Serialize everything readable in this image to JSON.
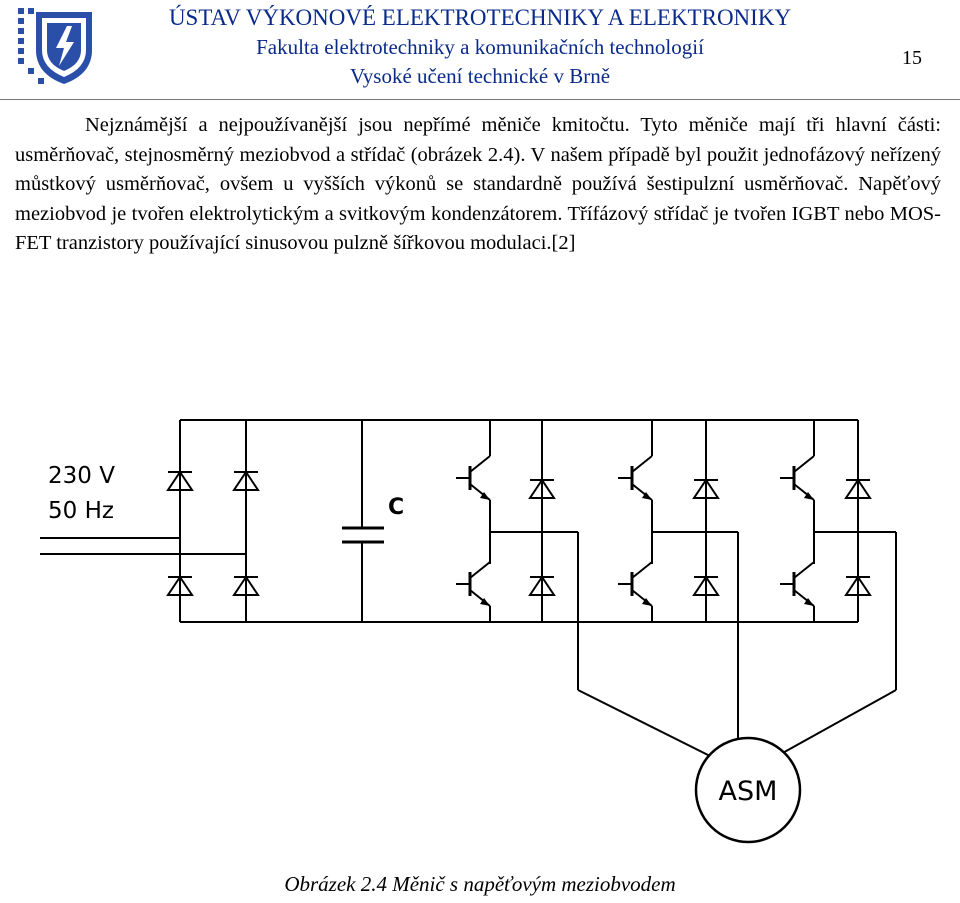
{
  "header": {
    "institute": "ÚSTAV VÝKONOVÉ ELEKTROTECHNIKY A ELEKTRONIKY",
    "faculty": "Fakulta elektrotechniky a komunikačních technologií",
    "university": "Vysoké učení technické v Brně",
    "page_number": "15"
  },
  "body_text": "Nejznámější a nejpoužívanější jsou nepřímé měniče kmitočtu. Tyto měniče mají tři hlavní části: usměrňovač, stejnosměrný meziobvod a střídač (obrázek 2.4). V našem případě byl použit jednofázový neřízený můstkový usměrňovač, ovšem u vyšších výkonů se standardně používá šestipulzní usměrňovač. Napěťový meziobvod je tvořen elektrolytickým a svitkovým kondenzátorem. Třífázový střídač je tvořen IGBT nebo MOS-FET tranzistory používající sinusovou pulzně šířkovou modulaci.[2]",
  "figure": {
    "supply_voltage": "230 V",
    "supply_frequency": "50 Hz",
    "capacitor_label": "C",
    "motor_label": "ASM",
    "caption": "Obrázek 2.4 Měnič s napěťovým meziobvodem"
  }
}
